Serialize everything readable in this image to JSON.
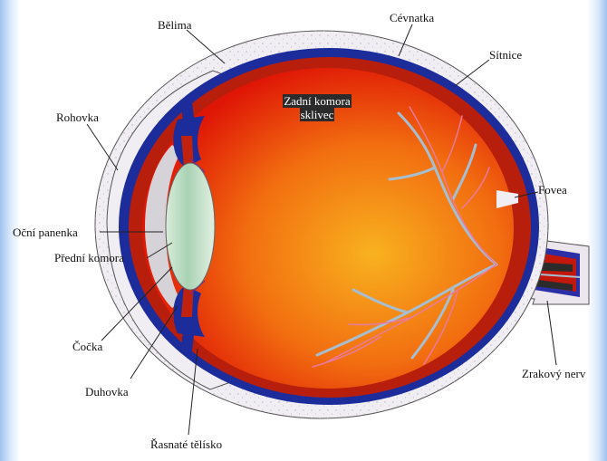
{
  "labels": {
    "belima": "Bělima",
    "cevnatka": "Cévnatka",
    "sitnice": "Sítnice",
    "rohovka": "Rohovka",
    "fovea": "Fovea",
    "ocni_panenka": "Oční panenka",
    "predni_komora": "Přední komora",
    "cocka": "Čočka",
    "duhovka": "Duhovka",
    "rasnate_telisko": "Řasnaté tělísko",
    "zrakovy_nerv": "Zrakový nerv",
    "zadni_komora_line1": "Zadní komora",
    "zadni_komora_line2": "sklivec"
  },
  "colors": {
    "sclera": "#f1eef3",
    "choroid": "#1c2c9a",
    "retina": "#b81e0c",
    "vitreous_center": "#f7a41a",
    "vitreous_edge": "#e01406",
    "lens": "#b7d8be",
    "vessel": "#a6bed0",
    "leader": "#222222"
  }
}
